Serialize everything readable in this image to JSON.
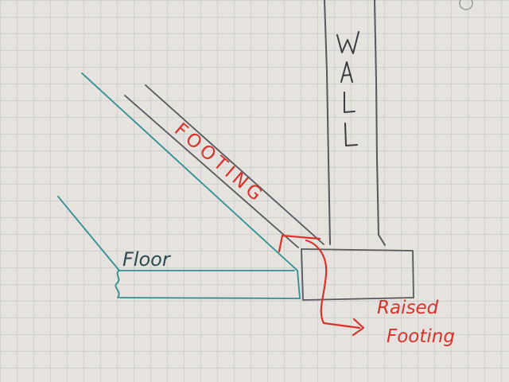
{
  "labels": {
    "wall": [
      "W",
      "A",
      "L",
      "L"
    ],
    "footing": [
      "F",
      "O",
      "O",
      "T",
      "I",
      "N",
      "G"
    ],
    "floor": "Floor",
    "raised_line1": "Raised",
    "raised_line2": "Footing"
  },
  "colors": {
    "paper": "#e6e3de",
    "grid": "#b9bcc2",
    "pencil": "#55585c",
    "teal": "#2f8f94",
    "red": "#d8322b"
  }
}
